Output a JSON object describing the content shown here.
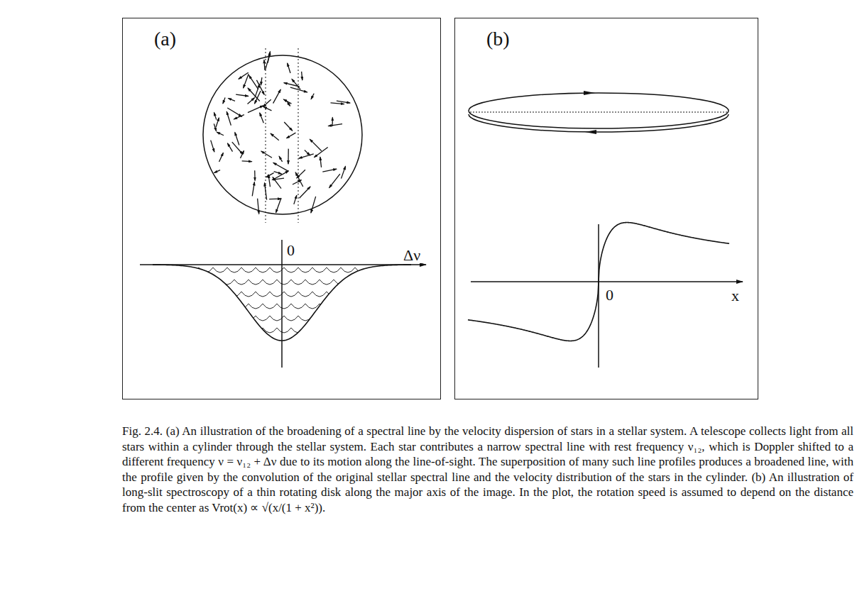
{
  "diagram": {
    "caption": "Fig. 2.4. (a) An illustration of the broadening of a spectral line by the velocity dispersion of stars in a stellar system. A telescope collects light from all stars within a cylinder through the stellar system. Each star contributes a narrow spectral line with rest frequency ν₁₂, which is Doppler shifted to a different frequency ν = ν₁₂ + Δν due to its motion along the line-of-sight. The superposition of many such line profiles produces a broadened line, with the profile given by the convolution of the original stellar spectral line and the velocity distribution of the stars in the cylinder. (b) An illustration of long-slit spectroscopy of a thin rotating disk along the major axis of the image. In the plot, the rotation speed is assumed to depend on the distance from the center as Vrot(x) ∝ √(x/(1 + x²)).",
    "nodes": [
      {
        "text": [
          "(a)"
        ]
      },
      {
        "text": [
          "(b)"
        ]
      }
    ],
    "labels": [
      "0",
      "Δν",
      "0",
      "x"
    ]
  }
}
